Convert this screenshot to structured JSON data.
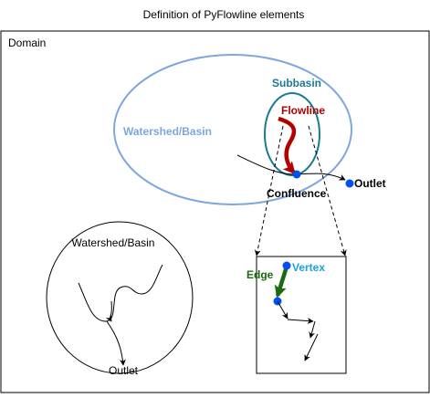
{
  "title": "Definition of PyFlowline elements",
  "labels": {
    "domain": "Domain",
    "watershed_basin": "Watershed/Basin",
    "subbasin": "Subbasin",
    "flowline": "Flowline",
    "confluence": "Confluence",
    "outlet": "Outlet",
    "inset_watershed_basin": "Watershed/Basin",
    "inset_outlet": "Outlet",
    "edge": "Edge",
    "vertex": "Vertex"
  },
  "colors": {
    "watershed": "#7ea6e0",
    "subbasin": "#1a7a91",
    "flowline": "#b20000",
    "node": "#0050ef",
    "edge": "#1a6b10",
    "vertex": "#1ba1e2",
    "line": "#000000"
  }
}
